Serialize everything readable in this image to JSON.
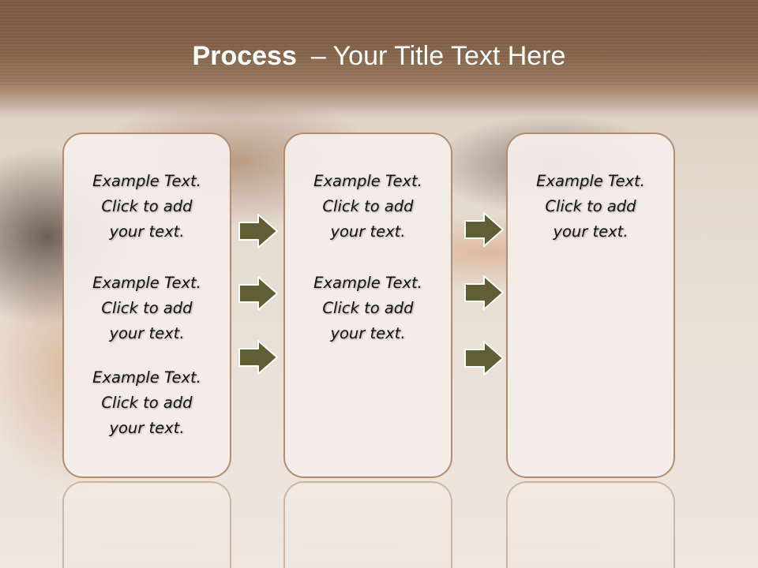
{
  "title": {
    "bold": "Process",
    "rest": "– Your Title Text Here"
  },
  "colors": {
    "header": "#7a5b41",
    "card_border": "#b08d72",
    "arrow_fill": "#5f5f36",
    "arrow_stroke": "#ffffff"
  },
  "columns": [
    {
      "blocks": [
        {
          "line1": "Example Text.",
          "line2": "Click  to add",
          "line3": "your text."
        },
        {
          "line1": "Example Text.",
          "line2": "Click  to add",
          "line3": "your text."
        },
        {
          "line1": "Example Text.",
          "line2": "Click  to add",
          "line3": "your text."
        }
      ]
    },
    {
      "blocks": [
        {
          "line1": "Example Text.",
          "line2": "Click  to add",
          "line3": "your text."
        },
        {
          "line1": "Example Text.",
          "line2": "Click  to add",
          "line3": "your text."
        }
      ]
    },
    {
      "blocks": [
        {
          "line1": "Example Text.",
          "line2": "Click  to add",
          "line3": "your text."
        }
      ]
    }
  ],
  "arrows": {
    "icon": "right-arrow-icon",
    "count_per_gap": 3
  }
}
